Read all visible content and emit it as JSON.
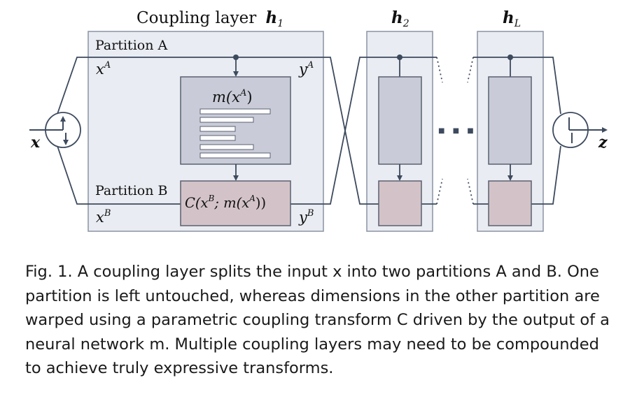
{
  "diagram": {
    "layer1_title": "Coupling layer",
    "layer1_symbol": "h",
    "layer1_index": "1",
    "layer2_symbol": "h",
    "layer2_index": "2",
    "layerL_symbol": "h",
    "layerL_index": "L",
    "partition_a": "Partition A",
    "partition_b": "Partition B",
    "x_a": "x",
    "x_a_sup": "A",
    "x_b": "x",
    "x_b_sup": "B",
    "y_a": "y",
    "y_a_sup": "A",
    "y_b": "y",
    "y_b_sup": "B",
    "network_label": "m(x",
    "network_label_sup": "A",
    "network_label_end": ")",
    "coupling_label": "C(x",
    "coupling_label_sup1": "B",
    "coupling_label_mid": "; m(x",
    "coupling_label_sup2": "A",
    "coupling_label_end": "))",
    "input": "x",
    "output": "z",
    "ellipsis": "■ ■ ■"
  },
  "caption": {
    "line1": "Fig. 1.  A coupling layer splits the input x into two partitions A and B. One",
    "line2": "partition is left untouched, whereas dimensions in the other partition are",
    "line3": "warped using a parametric coupling transform C driven by the output of a",
    "line4": "neural network m. Multiple coupling layers may need to be compounded",
    "line5": "to achieve truly expressive transforms."
  },
  "colors": {
    "layer_fill": "#e9ecf2",
    "network_fill": "#c9ccd8",
    "coupling_fill": "#d3c3c8",
    "stroke": "#5a6070",
    "line": "#3d4a5e"
  }
}
